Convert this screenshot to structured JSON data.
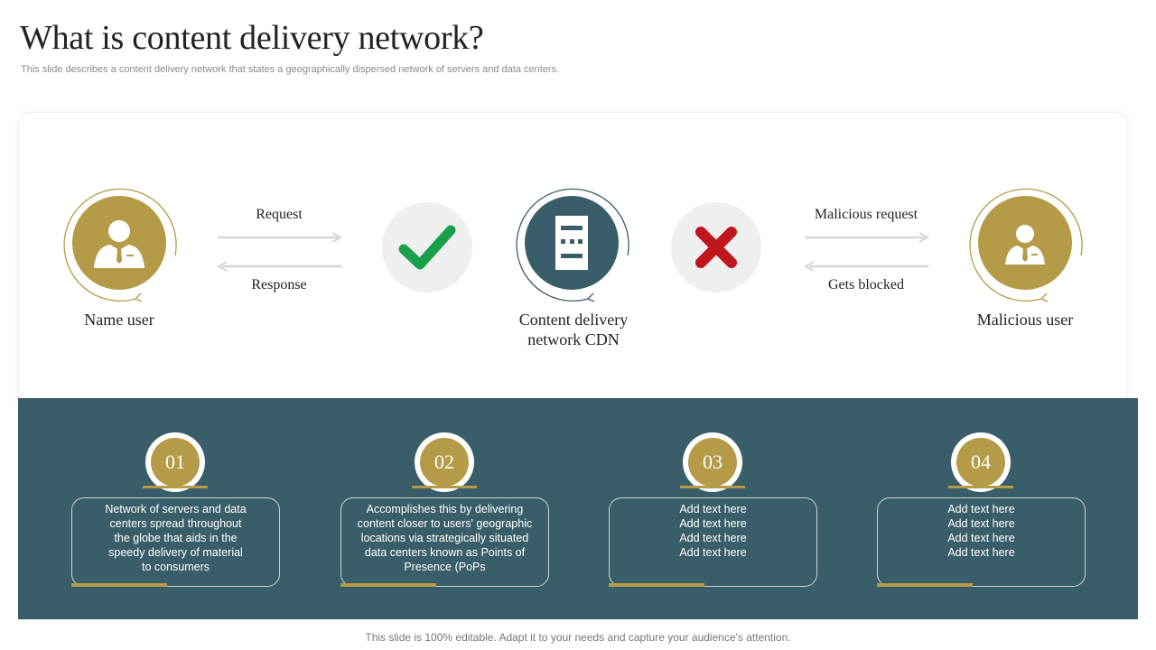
{
  "header": {
    "title": "What is content delivery network?",
    "subtitle": "This slide describes a content delivery network that states a geographically dispersed network of servers and data centers."
  },
  "diagram": {
    "left_node": {
      "label": "Name user",
      "icon": "user-icon"
    },
    "center_node": {
      "label_line1": "Content delivery",
      "label_line2": "network CDN",
      "icon": "server-icon"
    },
    "right_node": {
      "label": "Malicious user",
      "icon": "user-icon"
    },
    "left_arrows": {
      "top": "Request",
      "bottom": "Response"
    },
    "right_arrows": {
      "top": "Malicious request",
      "bottom": "Gets blocked"
    },
    "allowed_icon": "check-icon",
    "blocked_icon": "cross-icon"
  },
  "steps": [
    {
      "number": "01",
      "text": "Network of servers and data\ncenters spread throughout\nthe globe that aids in the\nspeedy delivery  of material\nto consumers"
    },
    {
      "number": "02",
      "text": "Accomplishes this by delivering\ncontent closer to users' geographic\nlocations via  strategically situated\ndata centers known as Points of\nPresence (PoPs"
    },
    {
      "number": "03",
      "text": "Add text here\nAdd text here\nAdd text here\nAdd text here"
    },
    {
      "number": "04",
      "text": "Add text here\nAdd text here\nAdd text here\nAdd text here"
    }
  ],
  "footer": "This slide is 100% editable. Adapt it to your needs and capture your audience's attention.",
  "colors": {
    "gold": "#b59b48",
    "teal": "#3a5e69",
    "check": "#1aa04a",
    "cross": "#c0161e",
    "grey": "#efefef"
  }
}
